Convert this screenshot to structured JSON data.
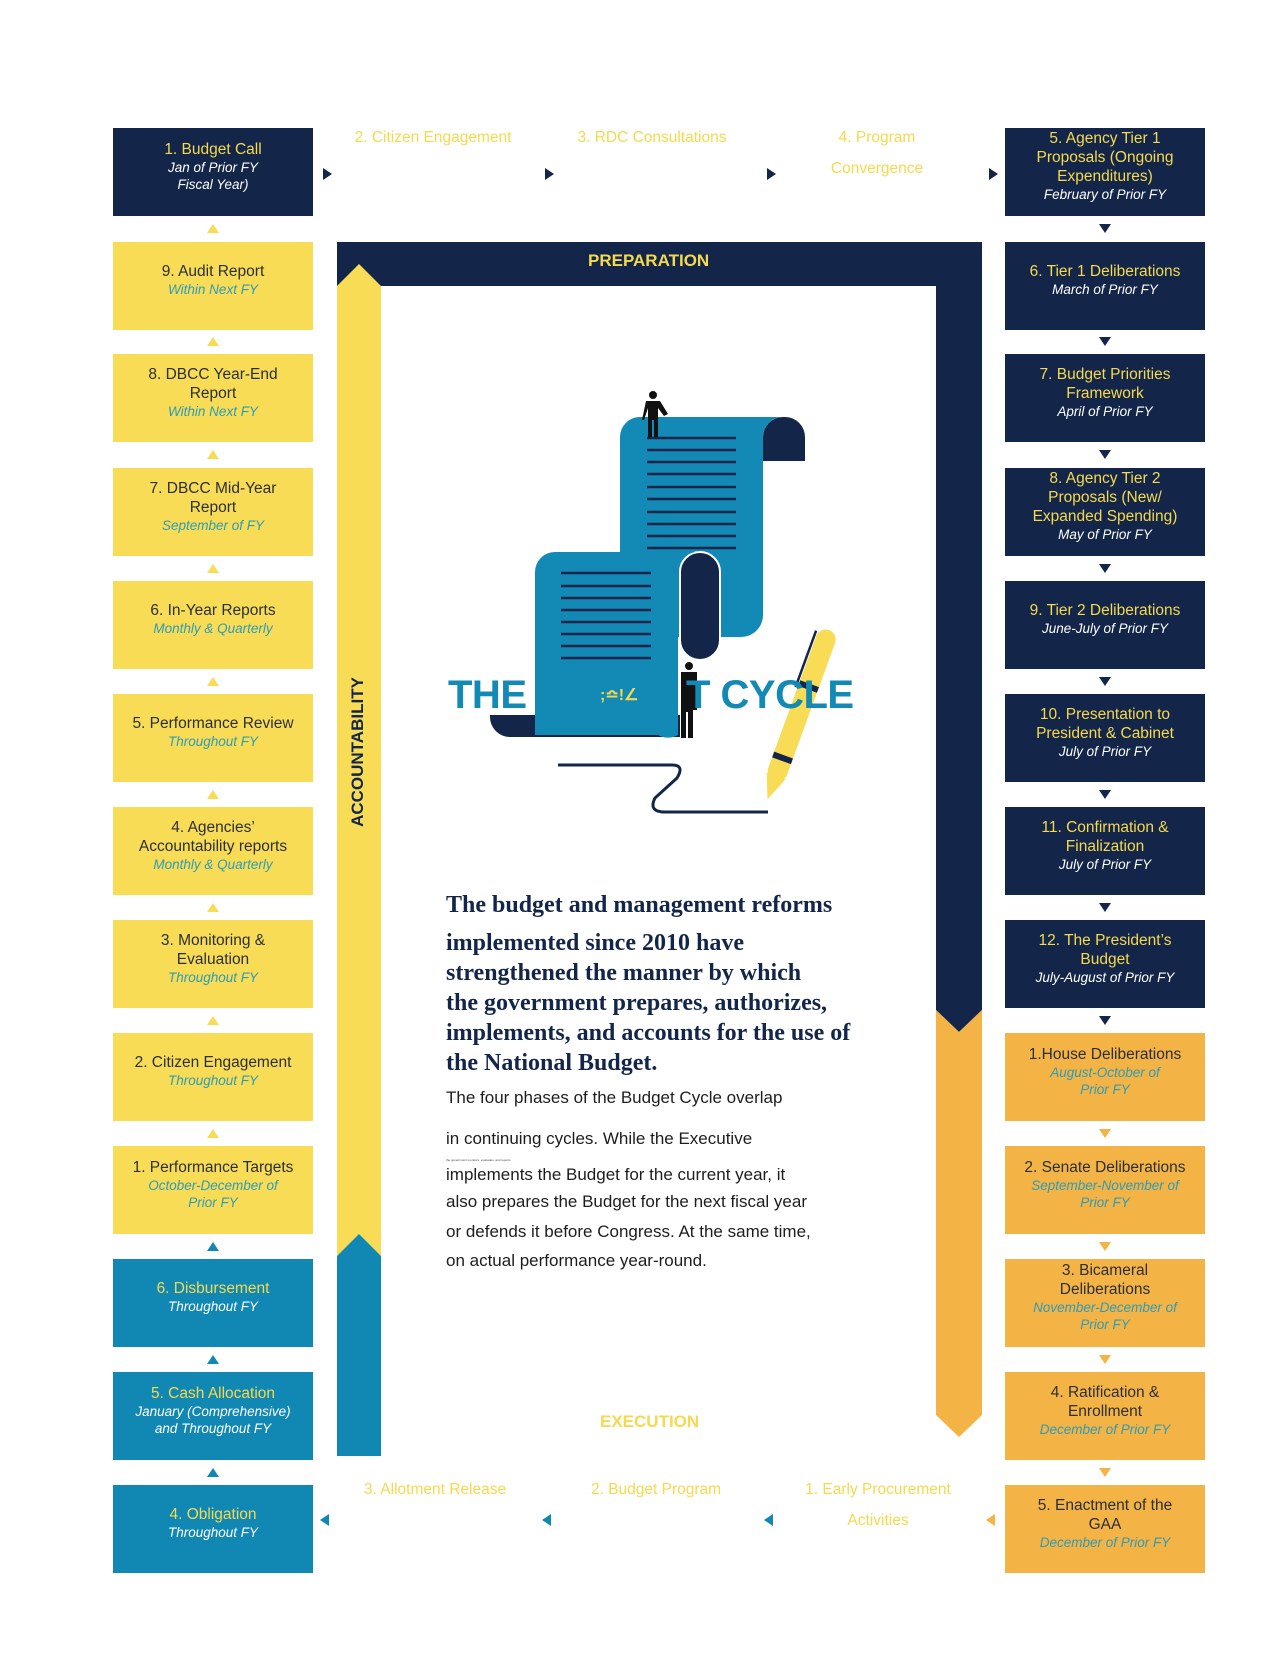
{
  "colors": {
    "navy": "#13264a",
    "yellow": "#f8dc55",
    "blue": "#1188b4",
    "orange": "#f4b345",
    "teal_text": "#2d9cb8"
  },
  "phases": {
    "preparation": "PREPARATION",
    "execution": "EXECUTION",
    "accountability": "ACCOUNTABILITY"
  },
  "left_column": [
    {
      "title": "1. Budget Call",
      "sub": "Jan of Prior FY\nFiscal Year)",
      "style": "navy"
    },
    {
      "title": "9. Audit Report",
      "sub": "Within Next FY",
      "style": "yellow"
    },
    {
      "title": "8. DBCC Year-End\nReport",
      "sub": "Within Next FY",
      "style": "yellow"
    },
    {
      "title": "7. DBCC Mid-Year\nReport",
      "sub": "September of FY",
      "style": "yellow"
    },
    {
      "title": "6. In-Year Reports",
      "sub": "Monthly & Quarterly",
      "style": "yellow"
    },
    {
      "title": "5. Performance Review",
      "sub": "Throughout FY",
      "style": "yellow"
    },
    {
      "title": "4. Agencies’\nAccountability reports",
      "sub": "Monthly & Quarterly",
      "style": "yellow"
    },
    {
      "title": "3. Monitoring &\nEvaluation",
      "sub": "Throughout FY",
      "style": "yellow"
    },
    {
      "title": "2. Citizen Engagement",
      "sub": "Throughout FY",
      "style": "yellow"
    },
    {
      "title": "1. Performance Targets",
      "sub": "October-December of\nPrior FY",
      "style": "yellow"
    },
    {
      "title": "6. Disbursement",
      "sub": "Throughout FY",
      "style": "blue"
    },
    {
      "title": "5. Cash Allocation",
      "sub": "January (Comprehensive)\nand Throughout FY",
      "style": "blue"
    },
    {
      "title": "4. Obligation",
      "sub": "Throughout FY",
      "style": "blue"
    }
  ],
  "right_column": [
    {
      "title": "5. Agency Tier 1\nProposals (Ongoing\nExpenditures)",
      "sub": "February of Prior FY",
      "style": "navy"
    },
    {
      "title": "6. Tier 1 Deliberations",
      "sub": "March of Prior FY",
      "style": "navy"
    },
    {
      "title": "7. Budget Priorities\nFramework",
      "sub": "April of Prior FY",
      "style": "navy"
    },
    {
      "title": "8. Agency Tier 2\nProposals (New/\nExpanded Spending)",
      "sub": "May of Prior FY",
      "style": "navy"
    },
    {
      "title": "9. Tier 2 Deliberations",
      "sub": "June-July of Prior FY",
      "style": "navy"
    },
    {
      "title": "10. Presentation    to\nPresident & Cabinet",
      "sub": "July of Prior FY",
      "style": "navy"
    },
    {
      "title": "11. Confirmation &\nFinalization",
      "sub": "July of Prior FY",
      "style": "navy"
    },
    {
      "title": "12. The President’s\nBudget",
      "sub": "July-August of Prior FY",
      "style": "navy"
    },
    {
      "title": "1.House Deliberations",
      "sub": "August-October of\nPrior FY",
      "style": "orange"
    },
    {
      "title": "2. Senate Deliberations",
      "sub": "September-November of\nPrior FY",
      "style": "orange"
    },
    {
      "title": "3. Bicameral\nDeliberations",
      "sub": "November-December of\nPrior FY",
      "style": "orange"
    },
    {
      "title": "4. Ratification &\nEnrollment",
      "sub": "December of Prior FY",
      "style": "orange"
    },
    {
      "title": "5. Enactment of the\nGAA",
      "sub": "December of Prior FY",
      "style": "orange"
    }
  ],
  "top_flow": [
    "2. Citizen Engagement",
    "3. RDC Consultations",
    "4. Program\nConvergence"
  ],
  "bottom_flow": [
    "3. Allotment Release",
    "2. Budget Program",
    "1. Early Procurement\nActivities"
  ],
  "illustration_title": {
    "left": "THE",
    "garbled": ";≏!∠",
    "right": "T CYCLE"
  },
  "headline": [
    "The budget and management reforms",
    "implemented since 2010 have",
    "strengthened the manner by which",
    "the government prepares, authorizes,",
    "implements, and accounts for the use of",
    "the National Budget."
  ],
  "body": [
    "The four phases of the Budget Cycle overlap",
    "in continuing cycles. While the Executive",
    "implements the Budget for the current year, it",
    "also prepares the Budget for the next fiscal year",
    "or defends it before Congress. At the same time,",
    "on actual performance year-round."
  ],
  "tiny_text": "the government monitors, evaluates, and reports"
}
